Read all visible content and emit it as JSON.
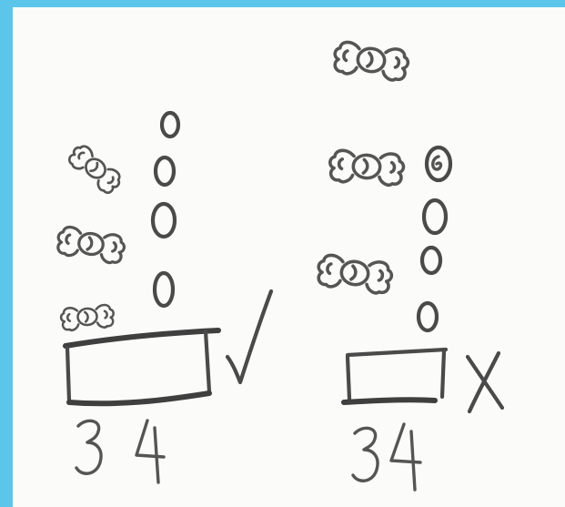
{
  "left_group": {
    "candies_count_label": "3",
    "circles_count_label": "4",
    "mark": "check-mark-icon"
  },
  "right_group": {
    "candies_count_label": "3",
    "circles_count_label": "4",
    "mark": "cross-mark-icon"
  },
  "colors": {
    "frame": "#5cc6ea",
    "ink": "#4a4a4a",
    "paper": "#fbfbf9"
  }
}
